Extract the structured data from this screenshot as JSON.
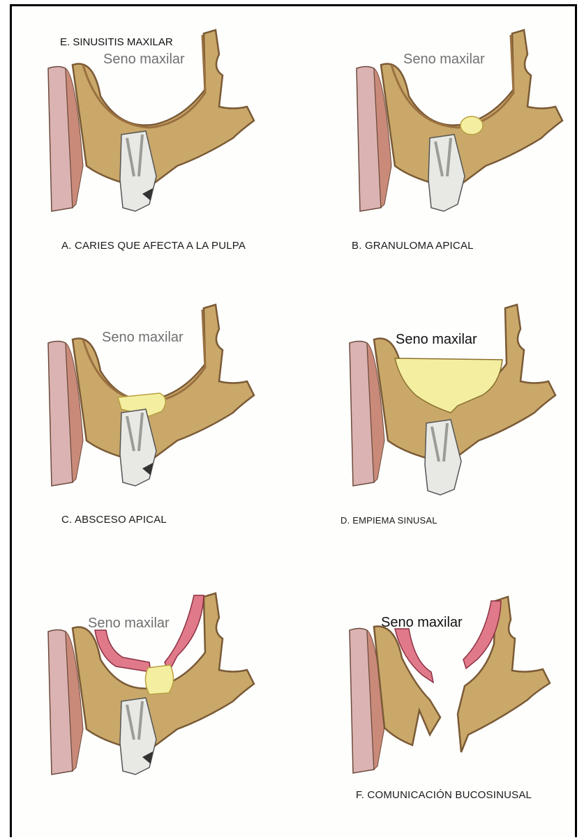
{
  "figure": {
    "top_title": "E. SINUSITIS MAXILAR",
    "panels": [
      {
        "id": "A",
        "sinus_label": "Seno maxilar",
        "caption": "A. CARIES QUE AFECTA A LA PULPA"
      },
      {
        "id": "B",
        "sinus_label": "Seno maxilar",
        "caption": "B. GRANULOMA APICAL"
      },
      {
        "id": "C",
        "sinus_label": "Seno maxilar",
        "caption": "C. ABSCESO APICAL"
      },
      {
        "id": "D",
        "sinus_label": "Seno maxilar",
        "caption": "D. EMPIEMA SINUSAL"
      },
      {
        "id": "E",
        "sinus_label": "Seno maxilar",
        "caption": ""
      },
      {
        "id": "F",
        "sinus_label": "Seno maxilar",
        "caption": "F. COMUNICACIÓN BUCOSINUSAL"
      }
    ]
  },
  "colors": {
    "bone": "#c9a86a",
    "bone_edge": "#7a5a35",
    "cortex": "#b08a55",
    "soft_tissue": "#d9a6a6",
    "pus": "#f4efa0",
    "mucosa": "#e07a8a",
    "tooth": "#e8e8e4",
    "pulp": "#b0b0aa"
  }
}
